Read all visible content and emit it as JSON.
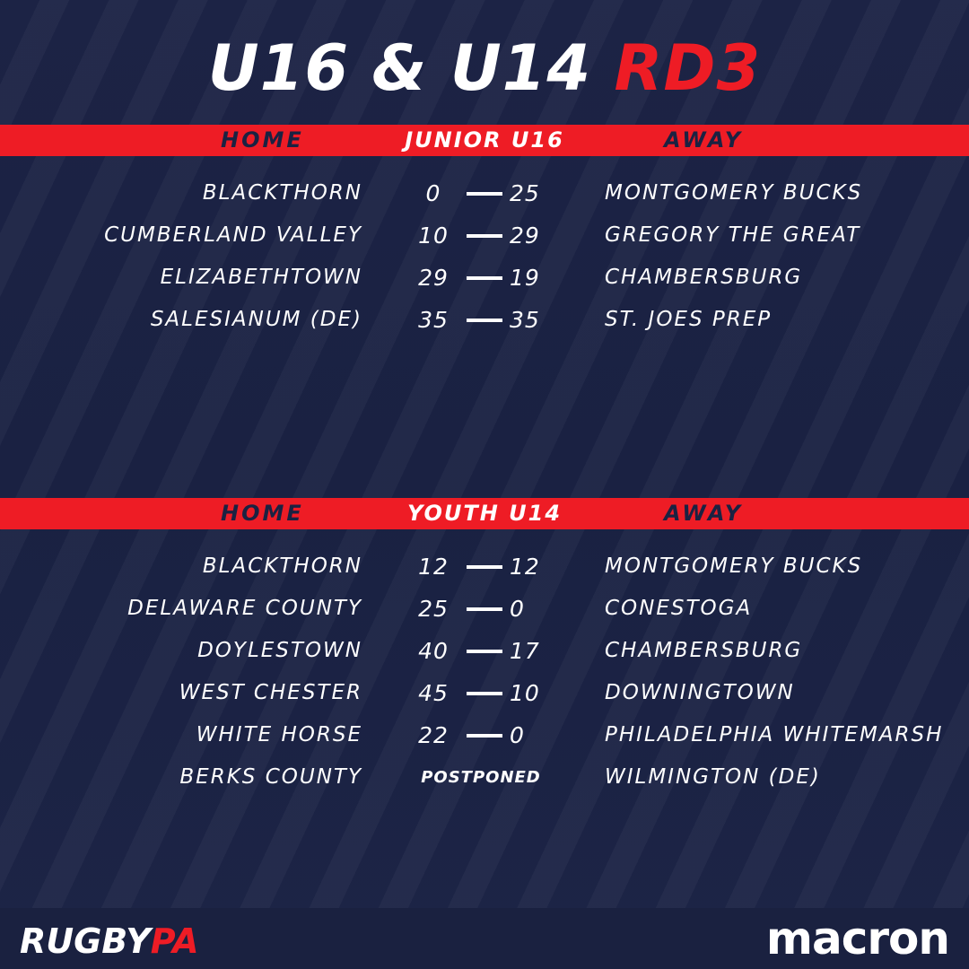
{
  "title": {
    "part1": "U16 & U14 ",
    "part2": "RD3"
  },
  "colors": {
    "background": "#1b2242",
    "accent": "#ee1c25",
    "text": "#ffffff"
  },
  "sections": [
    {
      "home_label": "HOME",
      "division": "JUNIOR U16",
      "away_label": "AWAY",
      "matches": [
        {
          "home": "BLACKTHORN",
          "home_score": "0",
          "away_score": "25",
          "away": "MONTGOMERY BUCKS"
        },
        {
          "home": "CUMBERLAND VALLEY",
          "home_score": "10",
          "away_score": "29",
          "away": "GREGORY THE GREAT"
        },
        {
          "home": "ELIZABETHTOWN",
          "home_score": "29",
          "away_score": "19",
          "away": "CHAMBERSBURG"
        },
        {
          "home": "SALESIANUM (DE)",
          "home_score": "35",
          "away_score": "35",
          "away": "ST. JOES PREP"
        }
      ]
    },
    {
      "home_label": "HOME",
      "division": "YOUTH U14",
      "away_label": "AWAY",
      "matches": [
        {
          "home": "BLACKTHORN",
          "home_score": "12",
          "away_score": "12",
          "away": "MONTGOMERY BUCKS"
        },
        {
          "home": "DELAWARE COUNTY",
          "home_score": "25",
          "away_score": "0",
          "away": "CONESTOGA"
        },
        {
          "home": "DOYLESTOWN",
          "home_score": "40",
          "away_score": "17",
          "away": "CHAMBERSBURG"
        },
        {
          "home": "WEST CHESTER",
          "home_score": "45",
          "away_score": "10",
          "away": "DOWNINGTOWN"
        },
        {
          "home": "WHITE HORSE",
          "home_score": "22",
          "away_score": "0",
          "away": "PHILADELPHIA WHITEMARSH"
        },
        {
          "home": "BERKS COUNTY",
          "status": "POSTPONED",
          "away": "WILMINGTON (DE)"
        }
      ]
    }
  ],
  "footer": {
    "rugby_logo": {
      "part1": "RUGBY",
      "part2": "PA"
    },
    "sponsor_logo": "macron"
  }
}
